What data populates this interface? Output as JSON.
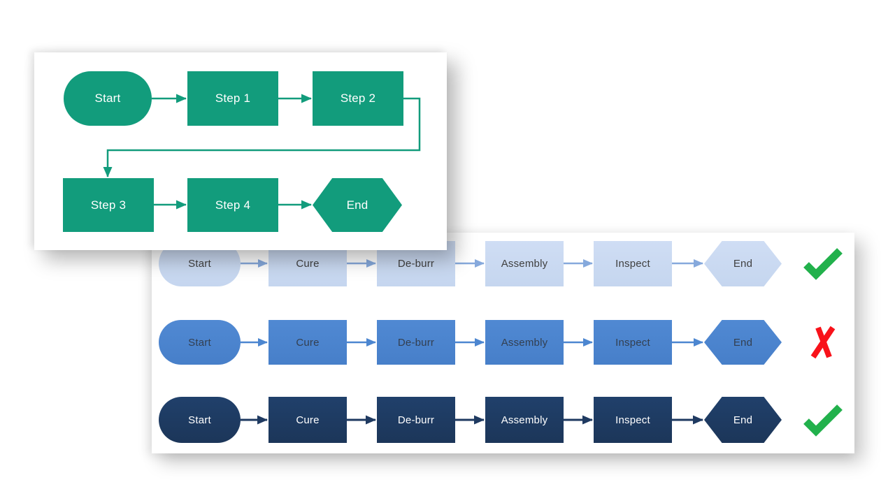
{
  "card_green_flowchart": {
    "nodes": [
      {
        "id": "start",
        "label": "Start",
        "shape": "stadium"
      },
      {
        "id": "step1",
        "label": "Step 1",
        "shape": "rect"
      },
      {
        "id": "step2",
        "label": "Step 2",
        "shape": "rect"
      },
      {
        "id": "step3",
        "label": "Step 3",
        "shape": "rect"
      },
      {
        "id": "step4",
        "label": "Step 4",
        "shape": "rect"
      },
      {
        "id": "end",
        "label": "End",
        "shape": "hexagon"
      }
    ],
    "shape_color": "#129C7C",
    "text_color": "#FFFFFF"
  },
  "card_comparison": {
    "steps": [
      "Start",
      "Cure",
      "De-burr",
      "Assembly",
      "Inspect",
      "End"
    ],
    "rows": [
      {
        "theme": "light-blue",
        "fill": "#C9D9F1",
        "text_color": "#404040",
        "arrow_color": "#86A9DC",
        "status": "check"
      },
      {
        "theme": "medium-blue",
        "fill": "#4C86D0",
        "text_color": "#333F50",
        "arrow_color": "#4C86D0",
        "status": "cross"
      },
      {
        "theme": "dark-navy",
        "fill": "#1F3A61",
        "text_color": "#FFFFFF",
        "arrow_color": "#1F3A61",
        "status": "check"
      }
    ],
    "status_colors": {
      "check": "#22B14C",
      "cross": "#F8121A"
    }
  }
}
